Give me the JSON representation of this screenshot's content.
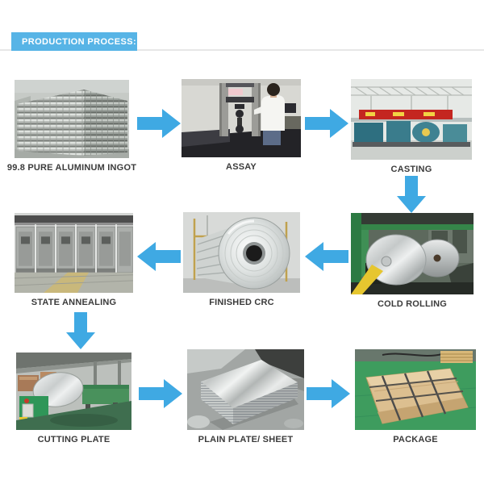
{
  "header": {
    "title": "PRODUCTION PROCESS:"
  },
  "colors": {
    "header_bg": "#57b4e6",
    "arrow": "#3fa9e3",
    "divider": "#e7e7e7",
    "label": "#3b3b3b"
  },
  "steps": [
    {
      "label": "99.8 PURE ALUMINUM INGOT",
      "photo": "stacked-aluminum-ingots"
    },
    {
      "label": "ASSAY",
      "photo": "technician-at-testing-machine"
    },
    {
      "label": "CASTING",
      "photo": "casting-workshop-with-red-banner"
    },
    {
      "label": "COLD ROLLING",
      "photo": "aluminum-coils-on-rolling-mill"
    },
    {
      "label": "FINISHED CRC",
      "photo": "finished-cold-rolled-coil"
    },
    {
      "label": "STATE ANNEALING",
      "photo": "annealing-furnaces-row"
    },
    {
      "label": "CUTTING PLATE",
      "photo": "cutting-machine-with-coil"
    },
    {
      "label": "PLAIN PLATE/ SHEET",
      "photo": "stacked-aluminum-sheets"
    },
    {
      "label": "PACKAGE",
      "photo": "wooden-crate-package"
    }
  ]
}
